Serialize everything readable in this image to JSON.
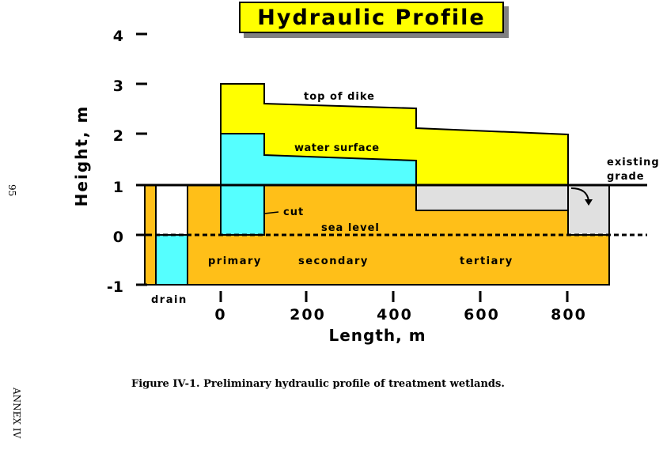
{
  "title": "Hydraulic Profile",
  "colors": {
    "fill_soil": "#ffbf18",
    "fill_water": "#55ffff",
    "fill_dike": "#ffff00",
    "fill_grade": "#e0e0e0",
    "title_bg": "#ffff00"
  },
  "axes": {
    "y_label": "Height, m",
    "x_label": "Length, m",
    "y_ticks": [
      "4",
      "3",
      "2",
      "1",
      "0",
      "-1"
    ],
    "x_ticks": [
      "0",
      "200",
      "400",
      "600",
      "800"
    ]
  },
  "labels": {
    "top_of_dike": "top of dike",
    "water_surface": "water surface",
    "existing_grade_1": "existing",
    "existing_grade_2": "grade",
    "cut": "cut",
    "sea_level": "sea level",
    "primary": "primary",
    "secondary": "secondary",
    "tertiary": "tertiary",
    "drain": "drain"
  },
  "caption": "Figure IV-1.  Preliminary hydraulic profile of treatment wetlands.",
  "side_labels": {
    "page_number": "95",
    "annex": "ANNEX IV"
  }
}
